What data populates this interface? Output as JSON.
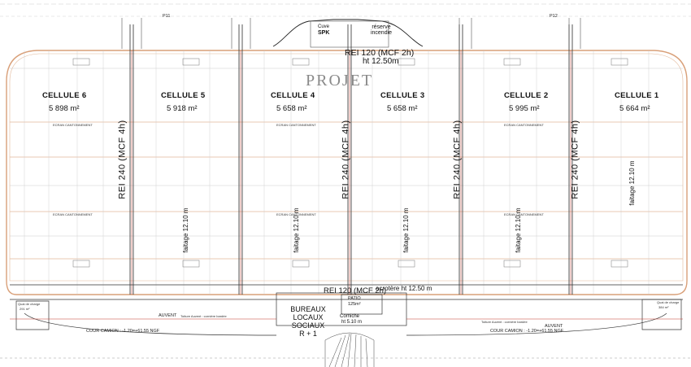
{
  "drawing": {
    "watermark": "PROJET",
    "top_wall_label": "REI 120 (MCF 2h)",
    "top_height_label": "ht 12.50m",
    "bottom_wall_label": "REI 120 (MCF 2h)",
    "acrotere_label": "acrotère  ht 12.50 m",
    "grid_refs": [
      "P11",
      "P12"
    ],
    "cells": [
      {
        "name": "CELLULE 6",
        "area": "5 898 m²"
      },
      {
        "name": "CELLULE 5",
        "area": "5 918 m²"
      },
      {
        "name": "CELLULE 4",
        "area": "5 658 m²"
      },
      {
        "name": "CELLULE 3",
        "area": "5 658 m²"
      },
      {
        "name": "CELLULE 2",
        "area": "5 995 m²"
      },
      {
        "name": "CELLULE 1",
        "area": "5 664 m²"
      }
    ],
    "firewalls": [
      "REI 240 (MCF 4h)",
      "REI 240 (MCF 4h)",
      "REI 240 (MCF 4h)",
      "REI 240 (MCF 4h)"
    ],
    "faitage": [
      "faitage 12.10 m",
      "faitage 12.10 m",
      "faitage 12.10 m",
      "faitage 12.10 m",
      "faitage 12.10 m"
    ],
    "top_annex": {
      "cuve": "Cuve",
      "spk": "SPK",
      "reserve": "réserve incendie"
    },
    "bureaux": [
      "BUREAUX",
      "LOCAUX",
      "SOCIAUX",
      "R + 1"
    ],
    "patio": {
      "label": "PATIO",
      "area": "125m²"
    },
    "cornice": {
      "label": "Corniche",
      "height": "ht 5.10 m"
    },
    "auvent_labels": [
      "AUVENT",
      "AUVENT"
    ],
    "auvent_notes": [
      "Toiture Auvent : cornière bardée",
      "Toiture Auvent : cornière bardée"
    ],
    "cour_camion": [
      "COUR CAMION : -1.20=+61.55 NGF",
      "COUR CAMION : -1.20=+61.55 NGF"
    ],
    "quai_left": {
      "label": "Quai de charge",
      "area": "291 m²"
    },
    "quai_right": {
      "label": "Quai de charge",
      "area": "384 m²"
    },
    "ecran": "ECRAN CANTONNEMENT",
    "colors": {
      "orange": "#d9a079",
      "red": "#c0392b",
      "grid": "#b5b5b5",
      "ink": "#222222"
    }
  }
}
